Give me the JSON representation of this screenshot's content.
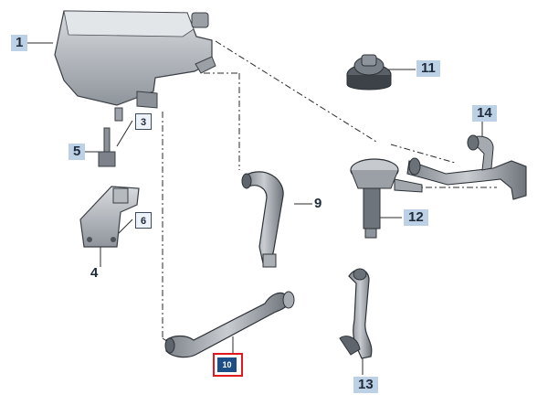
{
  "callouts": {
    "c1": "1",
    "c3": "3",
    "c4": "4",
    "c5": "5",
    "c6": "6",
    "c9": "9",
    "c10": "10",
    "c11": "11",
    "c12": "12",
    "c13": "13",
    "c14": "14"
  },
  "colors": {
    "badge": "#bcd0e6",
    "selected_border": "#e0191f",
    "selected_fill": "#1d4f86"
  }
}
